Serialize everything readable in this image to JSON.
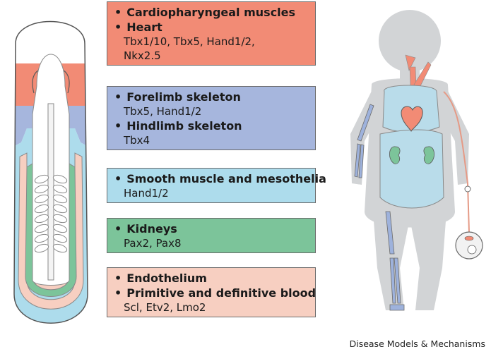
{
  "colors": {
    "cardio": "#f28b75",
    "limb": "#a6b6dd",
    "smooth": "#addcec",
    "kidney": "#7cc49a",
    "endo": "#f7cfc1",
    "body_outline": "#8a8a8a",
    "baby": "#d2d4d6",
    "organ_blue": "#b9dcea",
    "bone": "#9eb2dc"
  },
  "boxes": [
    {
      "key": "cardio",
      "lines": [
        {
          "type": "head",
          "text": "Cardiopharyngeal muscles"
        },
        {
          "type": "head",
          "text": "Heart"
        },
        {
          "type": "genes",
          "text": "Tbx1/10, Tbx5, Hand1/2,"
        },
        {
          "type": "genes",
          "text": "Nkx2.5"
        }
      ]
    },
    {
      "key": "limb",
      "lines": [
        {
          "type": "head",
          "text": "Forelimb skeleton"
        },
        {
          "type": "genes",
          "text": "Tbx5, Hand1/2"
        },
        {
          "type": "head",
          "text": "Hindlimb skeleton"
        },
        {
          "type": "genes",
          "text": "Tbx4"
        }
      ]
    },
    {
      "key": "smooth",
      "lines": [
        {
          "type": "head",
          "text": "Smooth muscle and mesothelia"
        },
        {
          "type": "genes",
          "text": "Hand1/2"
        }
      ]
    },
    {
      "key": "kidney",
      "lines": [
        {
          "type": "head",
          "text": "Kidneys"
        },
        {
          "type": "genes",
          "text": "Pax2, Pax8"
        }
      ]
    },
    {
      "key": "endo",
      "lines": [
        {
          "type": "head",
          "text": "Endothelium"
        },
        {
          "type": "head",
          "text": "Primitive and definitive blood"
        },
        {
          "type": "genes",
          "text": "Scl, Etv2, Lmo2"
        }
      ]
    }
  ],
  "credit": "Disease Models & Mechanisms"
}
